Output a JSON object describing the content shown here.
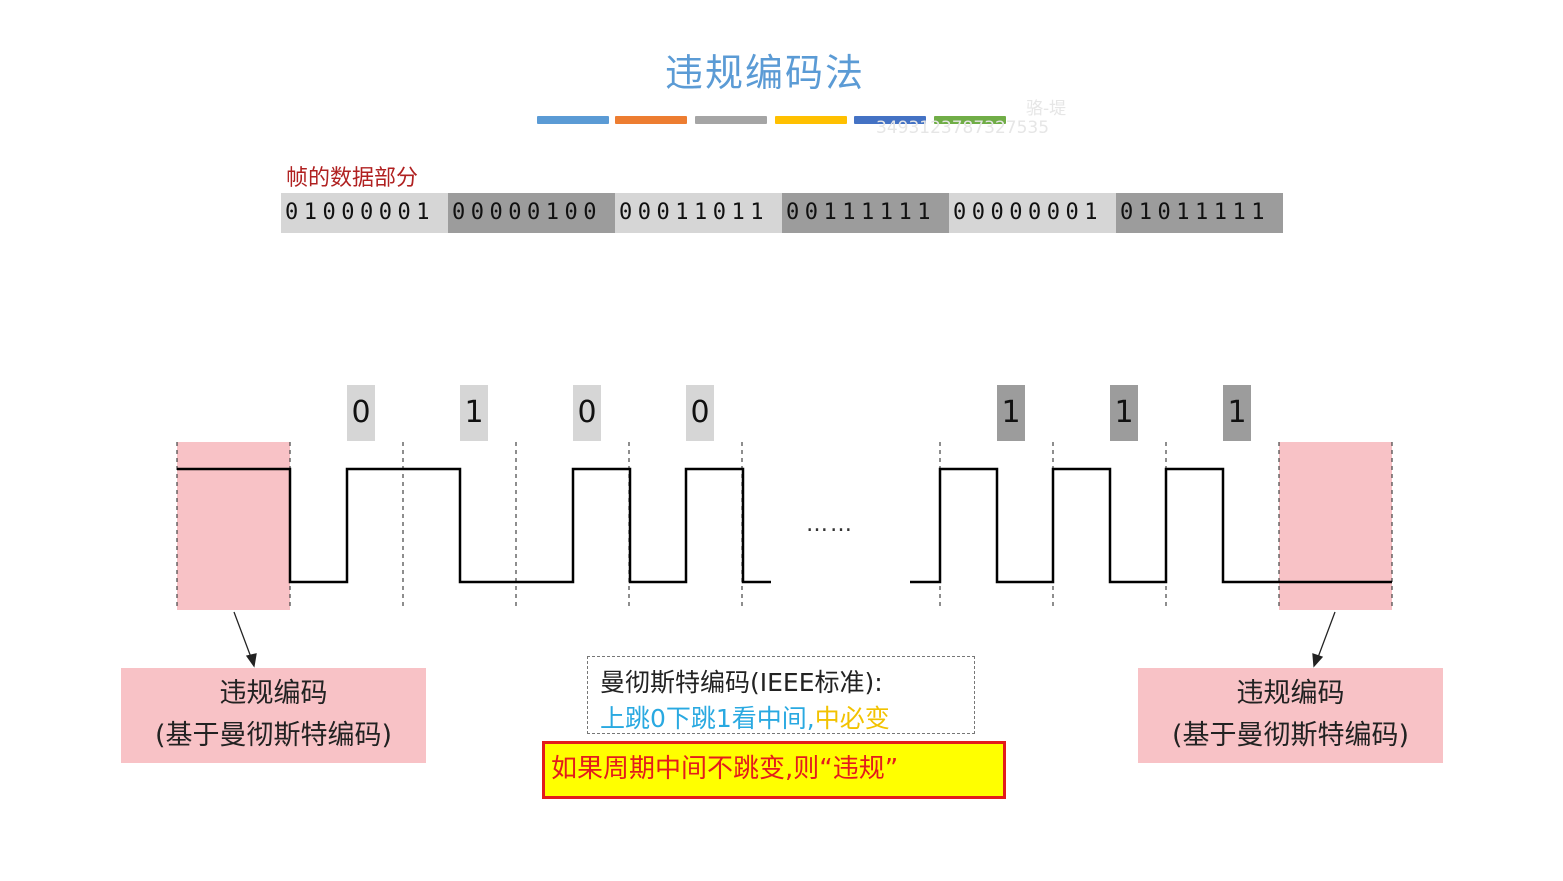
{
  "title": "违规编码法",
  "color_bars": [
    "#5b9bd5",
    "#ed7d31",
    "#a5a5a5",
    "#ffc000",
    "#4472c4",
    "#70ad47"
  ],
  "watermark": {
    "line1": "骆-堤",
    "line2": "3493123787327535"
  },
  "frame_label": "帧的数据部分",
  "bytes": [
    {
      "bits": "01000001",
      "shade": "#d6d6d6"
    },
    {
      "bits": "00000100",
      "shade": "#9c9c9c"
    },
    {
      "bits": "00011011",
      "shade": "#d6d6d6"
    },
    {
      "bits": "00111111",
      "shade": "#9c9c9c"
    },
    {
      "bits": "00000001",
      "shade": "#d6d6d6"
    },
    {
      "bits": "01011111",
      "shade": "#9c9c9c"
    }
  ],
  "diagram": {
    "bit_labels_left": [
      "0",
      "1",
      "0",
      "0"
    ],
    "bit_labels_right": [
      "1",
      "1",
      "1"
    ],
    "ellipsis": "……",
    "violation_highlight": "#f8c2c6"
  },
  "left_box": {
    "line1": "违规编码",
    "line2": "(基于曼彻斯特编码)"
  },
  "right_box": {
    "line1": "违规编码",
    "line2": "(基于曼彻斯特编码)"
  },
  "note": {
    "line1": "曼彻斯特编码(IEEE标准):",
    "line2_blue": "上跳0下跳1看中间,",
    "line2_yellow": "中必变"
  },
  "warning": "如果周期中间不跳变,则“违规”"
}
